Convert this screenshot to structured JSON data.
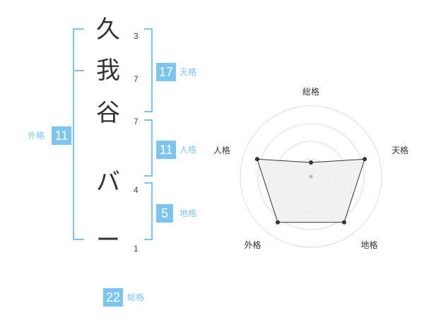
{
  "name": {
    "characters": [
      {
        "char": "久",
        "strokes": "3"
      },
      {
        "char": "我",
        "strokes": "7"
      },
      {
        "char": "谷",
        "strokes": "7"
      },
      {
        "char": "バ",
        "strokes": "4"
      },
      {
        "char": "ー",
        "strokes": "1"
      }
    ]
  },
  "fortunes": {
    "tenkaku": {
      "value": "17",
      "label": "天格"
    },
    "jinkaku": {
      "value": "11",
      "label": "人格"
    },
    "chikaku": {
      "value": "5",
      "label": "地格"
    },
    "gaikaku": {
      "value": "11",
      "label": "外格"
    },
    "soukaku": {
      "value": "22",
      "label": "総格"
    }
  },
  "chart_data": {
    "type": "radar",
    "axes": [
      "総格",
      "天格",
      "地格",
      "外格",
      "人格"
    ],
    "values": [
      0.2,
      0.8,
      0.8,
      0.8,
      0.8
    ],
    "range": [
      0,
      1
    ],
    "rings": 4,
    "colors": {
      "fill": "#eeeeee",
      "stroke": "#333333",
      "ring": "#dddddd"
    }
  }
}
